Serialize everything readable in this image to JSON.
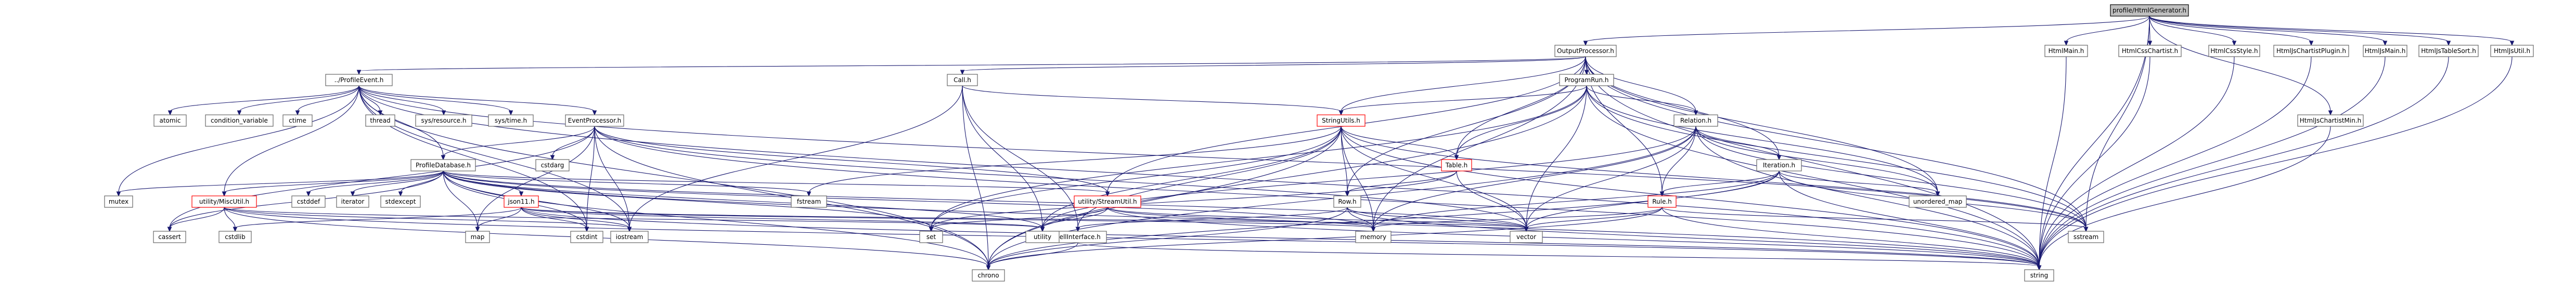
{
  "graph": {
    "title": "profile/HtmlGenerator.h",
    "nodes": [
      {
        "id": "root",
        "label": "profile/HtmlGenerator.h",
        "style": "root"
      },
      {
        "id": "OutputProcessor",
        "label": "OutputProcessor.h",
        "style": "linked"
      },
      {
        "id": "HtmlMain",
        "label": "HtmlMain.h",
        "style": "linked"
      },
      {
        "id": "HtmlCssChartist",
        "label": "HtmlCssChartist.h",
        "style": "linked"
      },
      {
        "id": "HtmlCssStyle",
        "label": "HtmlCssStyle.h",
        "style": "linked"
      },
      {
        "id": "HtmlJsChartistPlugin",
        "label": "HtmlJsChartistPlugin.h",
        "style": "linked"
      },
      {
        "id": "HtmlJsChartistMin",
        "label": "HtmlJsChartistMin.h",
        "style": "linked"
      },
      {
        "id": "HtmlJsMain",
        "label": "HtmlJsMain.h",
        "style": "linked"
      },
      {
        "id": "HtmlJsTableSort",
        "label": "HtmlJsTableSort.h",
        "style": "linked"
      },
      {
        "id": "HtmlJsUtil",
        "label": "HtmlJsUtil.h",
        "style": "linked"
      },
      {
        "id": "ProfileEvent",
        "label": "../ProfileEvent.h",
        "style": "linked"
      },
      {
        "id": "Call",
        "label": "Call.h",
        "style": "linked"
      },
      {
        "id": "ProgramRun",
        "label": "ProgramRun.h",
        "style": "linked"
      },
      {
        "id": "StringUtils",
        "label": "StringUtils.h",
        "style": "red"
      },
      {
        "id": "Table",
        "label": "Table.h",
        "style": "red"
      },
      {
        "id": "Relation",
        "label": "Relation.h",
        "style": "linked"
      },
      {
        "id": "Iteration",
        "label": "Iteration.h",
        "style": "linked"
      },
      {
        "id": "Rule",
        "label": "Rule.h",
        "style": "red"
      },
      {
        "id": "Row",
        "label": "Row.h",
        "style": "linked"
      },
      {
        "id": "EventProcessor",
        "label": "EventProcessor.h",
        "style": "linked"
      },
      {
        "id": "ProfileDatabase",
        "label": "ProfileDatabase.h",
        "style": "linked"
      },
      {
        "id": "MiscUtil",
        "label": "utility/MiscUtil.h",
        "style": "red"
      },
      {
        "id": "json11",
        "label": "json11.h",
        "style": "red"
      },
      {
        "id": "StreamUtil",
        "label": "utility/StreamUtil.h",
        "style": "red"
      },
      {
        "id": "CellInterface",
        "label": "CellInterface.h",
        "style": "linked"
      },
      {
        "id": "atomic",
        "label": "atomic",
        "style": "plain"
      },
      {
        "id": "condition_variable",
        "label": "condition_variable",
        "style": "plain"
      },
      {
        "id": "ctime",
        "label": "ctime",
        "style": "plain"
      },
      {
        "id": "thread",
        "label": "thread",
        "style": "plain"
      },
      {
        "id": "sys_resource",
        "label": "sys/resource.h",
        "style": "plain"
      },
      {
        "id": "sys_time",
        "label": "sys/time.h",
        "style": "plain"
      },
      {
        "id": "cstdarg",
        "label": "cstdarg",
        "style": "plain"
      },
      {
        "id": "fstream",
        "label": "fstream",
        "style": "plain"
      },
      {
        "id": "mutex",
        "label": "mutex",
        "style": "plain"
      },
      {
        "id": "cstddef",
        "label": "cstddef",
        "style": "plain"
      },
      {
        "id": "iterator",
        "label": "iterator",
        "style": "plain"
      },
      {
        "id": "stdexcept",
        "label": "stdexcept",
        "style": "plain"
      },
      {
        "id": "unordered_map",
        "label": "unordered_map",
        "style": "plain"
      },
      {
        "id": "cassert",
        "label": "cassert",
        "style": "plain"
      },
      {
        "id": "cstdlib",
        "label": "cstdlib",
        "style": "plain"
      },
      {
        "id": "map",
        "label": "map",
        "style": "plain"
      },
      {
        "id": "cstdint",
        "label": "cstdint",
        "style": "plain"
      },
      {
        "id": "iostream",
        "label": "iostream",
        "style": "plain"
      },
      {
        "id": "set",
        "label": "set",
        "style": "plain"
      },
      {
        "id": "utility",
        "label": "utility",
        "style": "plain"
      },
      {
        "id": "memory",
        "label": "memory",
        "style": "plain"
      },
      {
        "id": "vector",
        "label": "vector",
        "style": "plain"
      },
      {
        "id": "sstream",
        "label": "sstream",
        "style": "plain"
      },
      {
        "id": "chrono",
        "label": "chrono",
        "style": "plain"
      },
      {
        "id": "string",
        "label": "string",
        "style": "plain"
      }
    ],
    "edges": [
      [
        "root",
        "OutputProcessor"
      ],
      [
        "root",
        "HtmlMain"
      ],
      [
        "root",
        "HtmlCssChartist"
      ],
      [
        "root",
        "HtmlCssStyle"
      ],
      [
        "root",
        "HtmlJsChartistPlugin"
      ],
      [
        "root",
        "HtmlJsChartistMin"
      ],
      [
        "root",
        "HtmlJsMain"
      ],
      [
        "root",
        "HtmlJsTableSort"
      ],
      [
        "root",
        "HtmlJsUtil"
      ],
      [
        "root",
        "sstream"
      ],
      [
        "root",
        "string"
      ],
      [
        "OutputProcessor",
        "ProfileEvent"
      ],
      [
        "OutputProcessor",
        "Call"
      ],
      [
        "OutputProcessor",
        "ProgramRun"
      ],
      [
        "OutputProcessor",
        "StringUtils"
      ],
      [
        "OutputProcessor",
        "Table"
      ],
      [
        "OutputProcessor",
        "Relation"
      ],
      [
        "OutputProcessor",
        "Iteration"
      ],
      [
        "OutputProcessor",
        "Rule"
      ],
      [
        "OutputProcessor",
        "Row"
      ],
      [
        "OutputProcessor",
        "StreamUtil"
      ],
      [
        "OutputProcessor",
        "unordered_map"
      ],
      [
        "OutputProcessor",
        "sstream"
      ],
      [
        "OutputProcessor",
        "string"
      ],
      [
        "OutputProcessor",
        "memory"
      ],
      [
        "HtmlMain",
        "string"
      ],
      [
        "HtmlCssChartist",
        "string"
      ],
      [
        "HtmlCssStyle",
        "string"
      ],
      [
        "HtmlJsChartistPlugin",
        "string"
      ],
      [
        "HtmlJsChartistMin",
        "string"
      ],
      [
        "HtmlJsMain",
        "string"
      ],
      [
        "HtmlJsTableSort",
        "string"
      ],
      [
        "HtmlJsUtil",
        "string"
      ],
      [
        "ProfileEvent",
        "atomic"
      ],
      [
        "ProfileEvent",
        "condition_variable"
      ],
      [
        "ProfileEvent",
        "ctime"
      ],
      [
        "ProfileEvent",
        "thread"
      ],
      [
        "ProfileEvent",
        "sys_resource"
      ],
      [
        "ProfileEvent",
        "sys_time"
      ],
      [
        "ProfileEvent",
        "EventProcessor"
      ],
      [
        "ProfileEvent",
        "ProfileDatabase"
      ],
      [
        "ProfileEvent",
        "MiscUtil"
      ],
      [
        "ProfileEvent",
        "mutex"
      ],
      [
        "ProfileEvent",
        "chrono"
      ],
      [
        "ProfileEvent",
        "cstdint"
      ],
      [
        "ProfileEvent",
        "iostream"
      ],
      [
        "ProfileEvent",
        "string"
      ],
      [
        "ProfileEvent",
        "sstream"
      ],
      [
        "Call",
        "StringUtils"
      ],
      [
        "Call",
        "CellInterface"
      ],
      [
        "Call",
        "chrono"
      ],
      [
        "Call",
        "iostream"
      ],
      [
        "Call",
        "utility"
      ],
      [
        "ProgramRun",
        "StringUtils"
      ],
      [
        "ProgramRun",
        "Table"
      ],
      [
        "ProgramRun",
        "Relation"
      ],
      [
        "ProgramRun",
        "unordered_map"
      ],
      [
        "ProgramRun",
        "chrono"
      ],
      [
        "ProgramRun",
        "set"
      ],
      [
        "ProgramRun",
        "string"
      ],
      [
        "ProgramRun",
        "vector"
      ],
      [
        "ProgramRun",
        "sstream"
      ],
      [
        "StringUtils",
        "Table"
      ],
      [
        "StringUtils",
        "Row"
      ],
      [
        "StringUtils",
        "CellInterface"
      ],
      [
        "StringUtils",
        "fstream"
      ],
      [
        "StringUtils",
        "set"
      ],
      [
        "StringUtils",
        "vector"
      ],
      [
        "StringUtils",
        "memory"
      ],
      [
        "StringUtils",
        "sstream"
      ],
      [
        "StringUtils",
        "string"
      ],
      [
        "StringUtils",
        "chrono"
      ],
      [
        "StringUtils",
        "utility"
      ],
      [
        "Table",
        "Row"
      ],
      [
        "Table",
        "vector"
      ],
      [
        "Table",
        "set"
      ],
      [
        "Relation",
        "Iteration"
      ],
      [
        "Relation",
        "Rule"
      ],
      [
        "Relation",
        "unordered_map"
      ],
      [
        "Relation",
        "chrono"
      ],
      [
        "Relation",
        "vector"
      ],
      [
        "Relation",
        "memory"
      ],
      [
        "Relation",
        "sstream"
      ],
      [
        "Relation",
        "string"
      ],
      [
        "Relation",
        "utility"
      ],
      [
        "Iteration",
        "Rule"
      ],
      [
        "Iteration",
        "unordered_map"
      ],
      [
        "Iteration",
        "vector"
      ],
      [
        "Iteration",
        "chrono"
      ],
      [
        "Iteration",
        "memory"
      ],
      [
        "Iteration",
        "sstream"
      ],
      [
        "Iteration",
        "string"
      ],
      [
        "Rule",
        "vector"
      ],
      [
        "Rule",
        "chrono"
      ],
      [
        "Rule",
        "memory"
      ],
      [
        "Rule",
        "sstream"
      ],
      [
        "Rule",
        "string"
      ],
      [
        "Row",
        "CellInterface"
      ],
      [
        "Row",
        "chrono"
      ],
      [
        "Row",
        "vector"
      ],
      [
        "Row",
        "memory"
      ],
      [
        "Row",
        "string"
      ],
      [
        "EventProcessor",
        "ProfileDatabase"
      ],
      [
        "EventProcessor",
        "StreamUtil"
      ],
      [
        "EventProcessor",
        "cstdarg"
      ],
      [
        "EventProcessor",
        "cassert"
      ],
      [
        "EventProcessor",
        "cstdint"
      ],
      [
        "EventProcessor",
        "iostream"
      ],
      [
        "EventProcessor",
        "map"
      ],
      [
        "EventProcessor",
        "vector"
      ],
      [
        "EventProcessor",
        "string"
      ],
      [
        "EventProcessor",
        "chrono"
      ],
      [
        "ProfileDatabase",
        "MiscUtil"
      ],
      [
        "ProfileDatabase",
        "json11"
      ],
      [
        "ProfileDatabase",
        "StreamUtil"
      ],
      [
        "ProfileDatabase",
        "cstddef"
      ],
      [
        "ProfileDatabase",
        "iterator"
      ],
      [
        "ProfileDatabase",
        "stdexcept"
      ],
      [
        "ProfileDatabase",
        "fstream"
      ],
      [
        "ProfileDatabase",
        "mutex"
      ],
      [
        "ProfileDatabase",
        "cassert"
      ],
      [
        "ProfileDatabase",
        "chrono"
      ],
      [
        "ProfileDatabase",
        "cstdint"
      ],
      [
        "ProfileDatabase",
        "iostream"
      ],
      [
        "ProfileDatabase",
        "map"
      ],
      [
        "ProfileDatabase",
        "memory"
      ],
      [
        "ProfileDatabase",
        "set"
      ],
      [
        "ProfileDatabase",
        "string"
      ],
      [
        "ProfileDatabase",
        "utility"
      ],
      [
        "ProfileDatabase",
        "vector"
      ],
      [
        "MiscUtil",
        "cassert"
      ],
      [
        "MiscUtil",
        "cstdlib"
      ],
      [
        "MiscUtil",
        "iostream"
      ],
      [
        "MiscUtil",
        "utility"
      ],
      [
        "MiscUtil",
        "chrono"
      ],
      [
        "MiscUtil",
        "string"
      ],
      [
        "json11",
        "cstdlib"
      ],
      [
        "json11",
        "map"
      ],
      [
        "json11",
        "cstdint"
      ],
      [
        "json11",
        "iostream"
      ],
      [
        "json11",
        "string"
      ],
      [
        "json11",
        "utility"
      ],
      [
        "json11",
        "memory"
      ],
      [
        "json11",
        "vector"
      ],
      [
        "StreamUtil",
        "utility"
      ],
      [
        "StreamUtil",
        "memory"
      ],
      [
        "StreamUtil",
        "set"
      ],
      [
        "StreamUtil",
        "string"
      ],
      [
        "StreamUtil",
        "vector"
      ],
      [
        "CellInterface",
        "chrono"
      ],
      [
        "CellInterface",
        "string"
      ]
    ]
  }
}
